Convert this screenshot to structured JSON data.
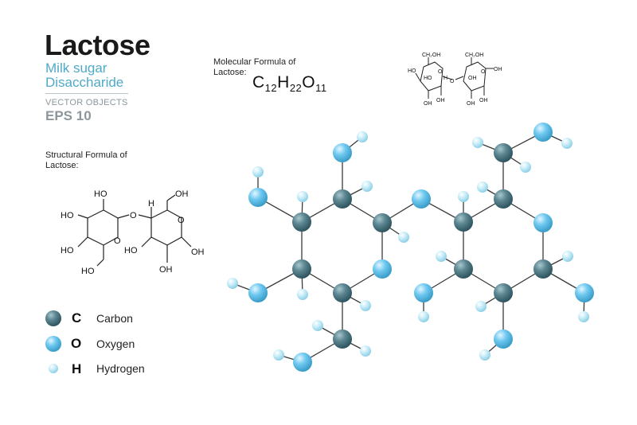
{
  "title": "Lactose",
  "subtitle_1": "Milk sugar",
  "subtitle_2": "Disaccharide",
  "vector_objects": "VECTOR OBJECTS",
  "eps": "EPS 10",
  "molecular_caption_1": "Molecular Formula of",
  "molecular_caption_2": "Lactose:",
  "formula": {
    "c": "C",
    "c_n": "12",
    "h": "H",
    "h_n": "22",
    "o": "O",
    "o_n": "11"
  },
  "structural_caption_1": "Structural  Formula of",
  "structural_caption_2": "Lactose:",
  "structural_labels": {
    "ho_top": "HO",
    "oh_top_right": "OH",
    "h": "H",
    "ho_left": "HO",
    "o_bridge": "O",
    "o_ring1": "O",
    "o_ring2": "O",
    "ho_mid": "HO",
    "ho_bot_left": "HO",
    "ho_ring2": "HO",
    "oh_ring2_right": "OH",
    "oh_bottom": "OH"
  },
  "small_labels": {
    "ch2oh": "CH₂OH",
    "ho": "HO",
    "oh": "OH",
    "o": "O",
    "h": "H"
  },
  "legend": [
    {
      "symbol": "C",
      "label": "Carbon",
      "color": "#5b8691"
    },
    {
      "symbol": "O",
      "label": "Oxygen",
      "color": "#6fc9f0"
    },
    {
      "symbol": "H",
      "label": "Hydrogen",
      "color": "#b8e6f5"
    }
  ],
  "colors": {
    "carbon": "#5b8691",
    "oxygen": "#6fc9f0",
    "hydrogen": "#b8e6f5",
    "bond": "#3a3a3a"
  }
}
